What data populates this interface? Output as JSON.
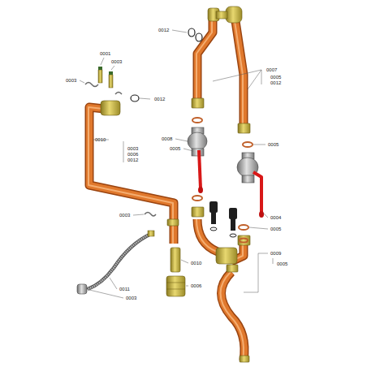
{
  "diagram": {
    "labels": [
      "0012",
      "0007",
      "0005",
      "0012",
      "0001",
      "0003",
      "0003",
      "0012",
      "0010",
      "0003",
      "0006",
      "0012",
      "0008",
      "0005",
      "0005",
      "0003",
      "0004",
      "0005",
      "0009",
      "0005",
      "0010",
      "0006",
      "0011",
      "0003"
    ]
  }
}
